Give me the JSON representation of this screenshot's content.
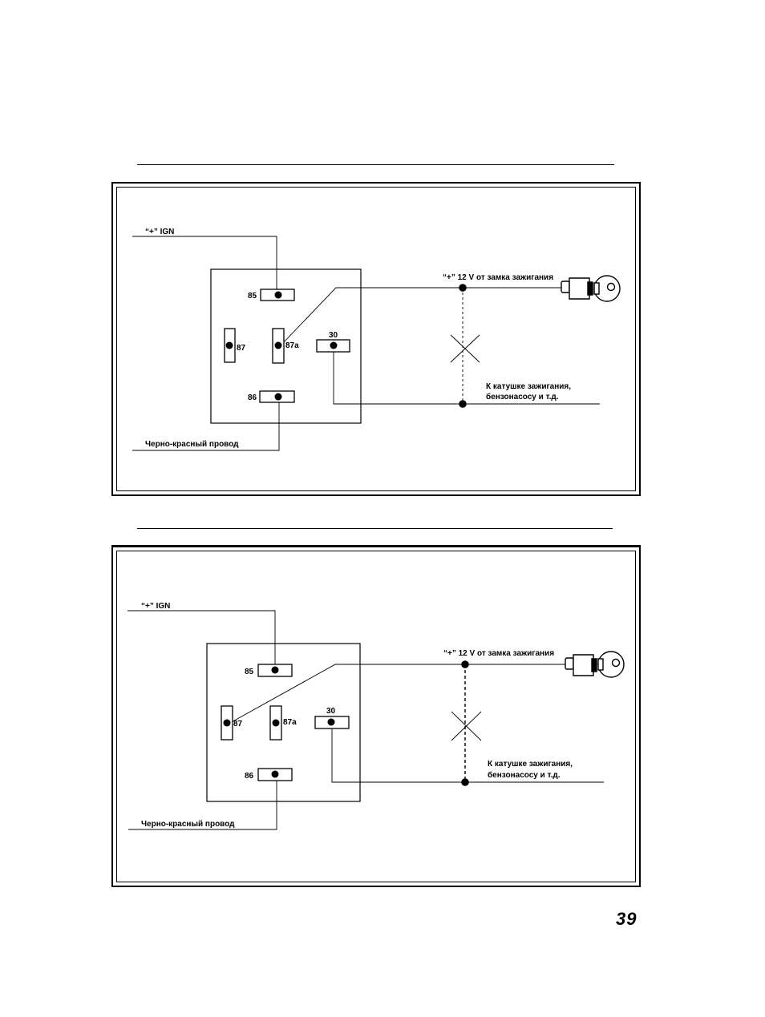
{
  "page": {
    "number": "39"
  },
  "diagrams": [
    {
      "ign_label": "“+” IGN",
      "pin_labels": {
        "p85": "85",
        "p86": "86",
        "p87": "87",
        "p87a": "87a",
        "p30": "30"
      },
      "supply_label": "“+” 12 V от замка зажигания",
      "load_label_line1": "К катушке зажигания,",
      "load_label_line2": "бензонасосу и т.д.",
      "wire_label": "Черно-красный провод"
    },
    {
      "ign_label": "“+” IGN",
      "pin_labels": {
        "p85": "85",
        "p86": "86",
        "p87": "87",
        "p87a": "87a",
        "p30": "30"
      },
      "supply_label": "“+” 12 V от замка зажигания",
      "load_label_line1": "К катушке зажигания,",
      "load_label_line2": "бензонасосу и т.д.",
      "wire_label": "Черно-красный провод"
    }
  ]
}
